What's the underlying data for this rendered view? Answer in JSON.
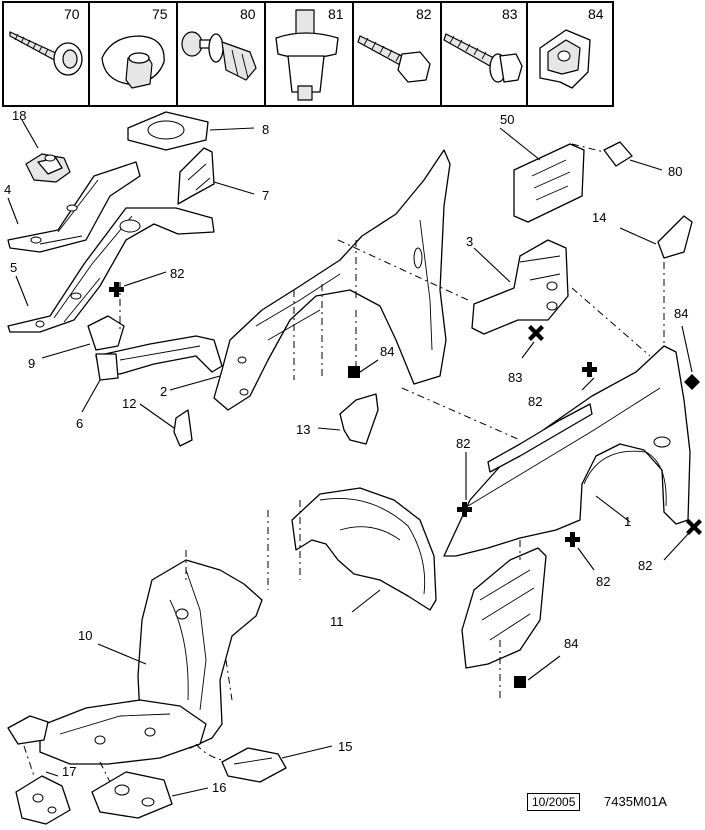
{
  "fastener_panel": {
    "cells": [
      {
        "ref": "70",
        "icon": "self-tapping-screw-icon"
      },
      {
        "ref": "75",
        "icon": "nut-plate-icon"
      },
      {
        "ref": "80",
        "icon": "push-rivet-icon"
      },
      {
        "ref": "81",
        "icon": "plastic-clip-icon"
      },
      {
        "ref": "82",
        "icon": "bolt-icon"
      },
      {
        "ref": "83",
        "icon": "flange-bolt-icon"
      },
      {
        "ref": "84",
        "icon": "spring-clip-icon"
      }
    ]
  },
  "callouts": {
    "c18": "18",
    "c8": "8",
    "c4": "4",
    "c7": "7",
    "c5": "5",
    "c82a": "82",
    "c9": "9",
    "c2": "2",
    "c6": "6",
    "c12": "12",
    "c50": "50",
    "c80": "80",
    "c14": "14",
    "c3": "3",
    "c84a": "84",
    "c83": "83",
    "c13": "13",
    "c84b": "84",
    "c82b": "82",
    "c82c": "82",
    "c1": "1",
    "c82d": "82",
    "c82e": "82",
    "c10": "10",
    "c11": "11",
    "c84c": "84",
    "c15": "15",
    "c17": "17",
    "c16": "16"
  },
  "footer": {
    "date": "10/2005",
    "ref": "7435M01A"
  }
}
